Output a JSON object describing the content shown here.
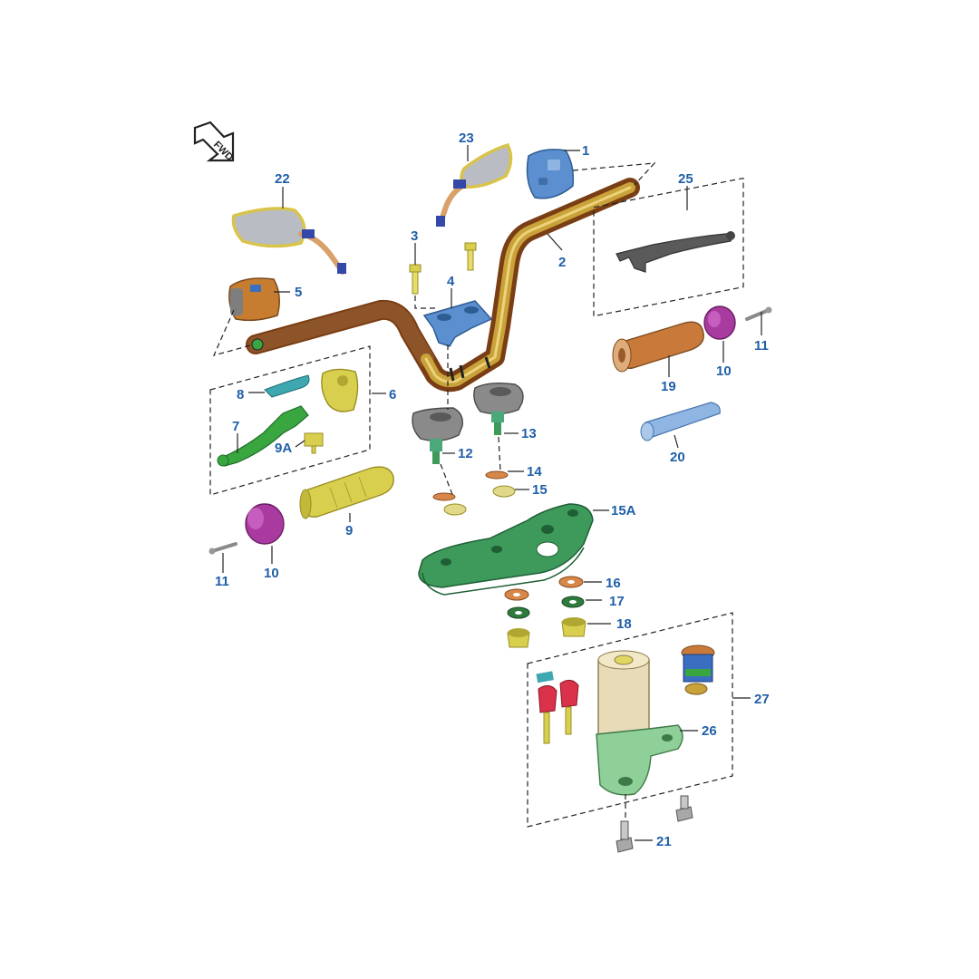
{
  "fwd_arrow": {
    "text": "FWD"
  },
  "colors": {
    "label": "#1f5fa8",
    "handlebar_left": "#7a4a1e",
    "handlebar_right": "#c9a23a",
    "risers": "#7e7e7e",
    "clamp": "#5b8fcf",
    "lever_green": "#3aa640",
    "grip_yellow": "#d9cf4f",
    "grip_orange": "#c97a3b",
    "end_weight": "#a83aa0",
    "plate": "#3e9a5a",
    "ignition_green": "#8fcf98",
    "keys": "#d9324a"
  },
  "parts": [
    {
      "id": "p1",
      "label": "1",
      "name": "Right switch housing"
    },
    {
      "id": "p2",
      "label": "2",
      "name": "Handlebar"
    },
    {
      "id": "p3",
      "label": "3",
      "name": "Bolt"
    },
    {
      "id": "p4",
      "label": "4",
      "name": "Upper clamp"
    },
    {
      "id": "p5",
      "label": "5",
      "name": "Left switch housing"
    },
    {
      "id": "p6",
      "label": "6",
      "name": "Clutch lever assembly"
    },
    {
      "id": "p7",
      "label": "7",
      "name": "Clutch lever"
    },
    {
      "id": "p8",
      "label": "8",
      "name": "Lever cover"
    },
    {
      "id": "p9",
      "label": "9",
      "name": "Left grip"
    },
    {
      "id": "p9A",
      "label": "9A",
      "name": "Switch"
    },
    {
      "id": "p10a",
      "label": "10",
      "name": "End weight"
    },
    {
      "id": "p10b",
      "label": "10",
      "name": "End weight"
    },
    {
      "id": "p11a",
      "label": "11",
      "name": "Screw"
    },
    {
      "id": "p11b",
      "label": "11",
      "name": "Screw"
    },
    {
      "id": "p12",
      "label": "12",
      "name": "Riser"
    },
    {
      "id": "p13",
      "label": "13",
      "name": "Riser"
    },
    {
      "id": "p14",
      "label": "14",
      "name": "Washer"
    },
    {
      "id": "p15",
      "label": "15",
      "name": "Washer"
    },
    {
      "id": "p15A",
      "label": "15A",
      "name": "Top plate"
    },
    {
      "id": "p16",
      "label": "16",
      "name": "Washer"
    },
    {
      "id": "p17",
      "label": "17",
      "name": "Rubber washer"
    },
    {
      "id": "p18",
      "label": "18",
      "name": "Nut"
    },
    {
      "id": "p19",
      "label": "19",
      "name": "Right grip"
    },
    {
      "id": "p20",
      "label": "20",
      "name": "Throttle tube"
    },
    {
      "id": "p21",
      "label": "21",
      "name": "Bolt"
    },
    {
      "id": "p22",
      "label": "22",
      "name": "Left mirror"
    },
    {
      "id": "p23",
      "label": "23",
      "name": "Right mirror"
    },
    {
      "id": "p25",
      "label": "25",
      "name": "Brake lever"
    },
    {
      "id": "p26",
      "label": "26",
      "name": "Ignition switch"
    },
    {
      "id": "p27",
      "label": "27",
      "name": "Ignition lock set"
    }
  ]
}
